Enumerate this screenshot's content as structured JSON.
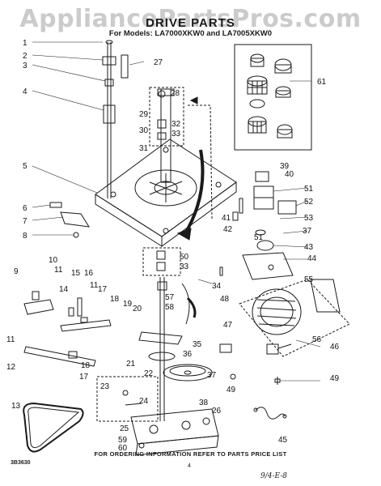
{
  "watermark": "AppliancePartsPros.com",
  "title": "DRIVE PARTS",
  "subtitle": "For Models: LA7000XKW0   and LA7005XKW0",
  "footer": "FOR ORDERING INFORMATION REFER TO PARTS PRICE LIST",
  "diagram_code": "3B3630",
  "page_number": "4",
  "handwritten_note": "9/4-E-8",
  "callouts": [
    "1",
    "2",
    "3",
    "4",
    "5",
    "6",
    "7",
    "8",
    "9",
    "10",
    "11",
    "12",
    "13",
    "14",
    "15",
    "16",
    "17",
    "18",
    "19",
    "20",
    "21",
    "22",
    "23",
    "24",
    "25",
    "26",
    "27",
    "28",
    "29",
    "30",
    "31",
    "32",
    "33",
    "34",
    "35",
    "36",
    "37",
    "38",
    "39",
    "40",
    "41",
    "42",
    "43",
    "44",
    "45",
    "46",
    "47",
    "48",
    "49",
    "50",
    "51",
    "52",
    "53",
    "55",
    "56",
    "57",
    "58",
    "59",
    "60",
    "61"
  ]
}
